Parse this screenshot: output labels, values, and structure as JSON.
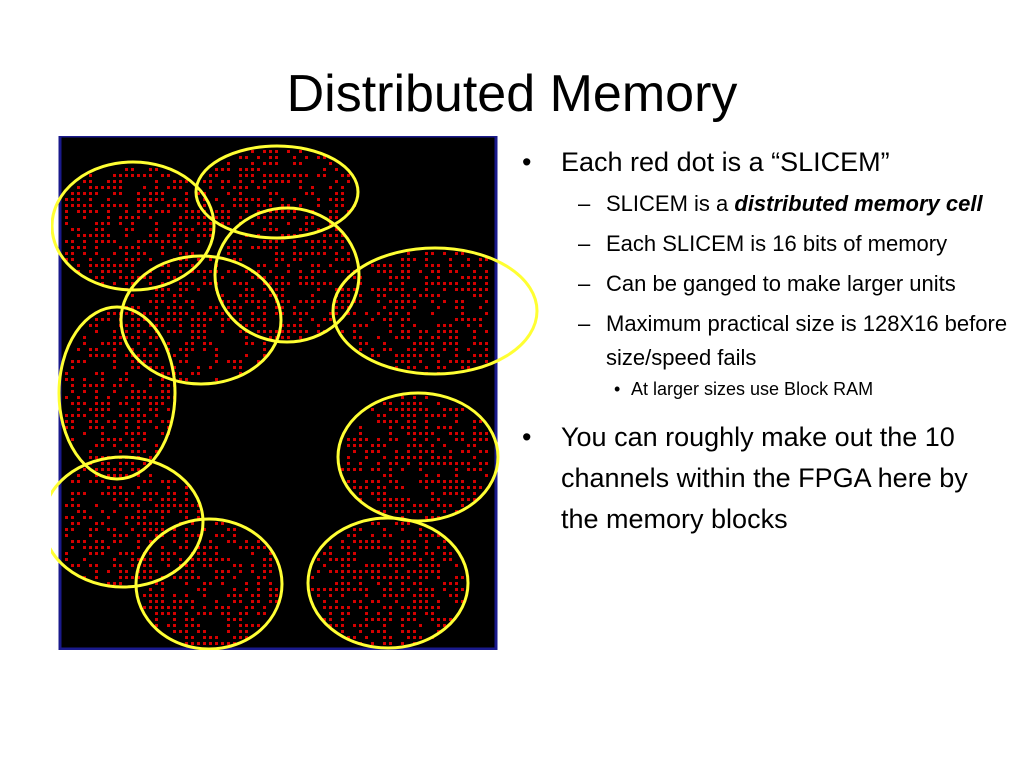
{
  "slide": {
    "title": "Distributed Memory"
  },
  "colors": {
    "background": "#ffffff",
    "fpga_background": "#000000",
    "fpga_border": "#1a1a8c",
    "slice_dot": "#d40000",
    "highlight_ellipse": "#ffff33"
  },
  "figure": {
    "description_icon": "fpga-floorplan-image",
    "highlighted_memory_blocks": 10
  },
  "bullets": {
    "item1": {
      "text": "Each red dot is a “SLICEM”",
      "sub": {
        "a_prefix": "SLICEM is a ",
        "a_emphasis": "distributed memory cell",
        "b": "Each SLICEM is 16 bits of memory",
        "c": "Can be ganged to make larger units",
        "d": "Maximum practical size is 128X16 before size/speed fails",
        "d_sub": "At larger sizes use Block RAM"
      }
    },
    "item2": {
      "text": "You can roughly make out the 10 channels within the FPGA here by the memory blocks"
    }
  }
}
